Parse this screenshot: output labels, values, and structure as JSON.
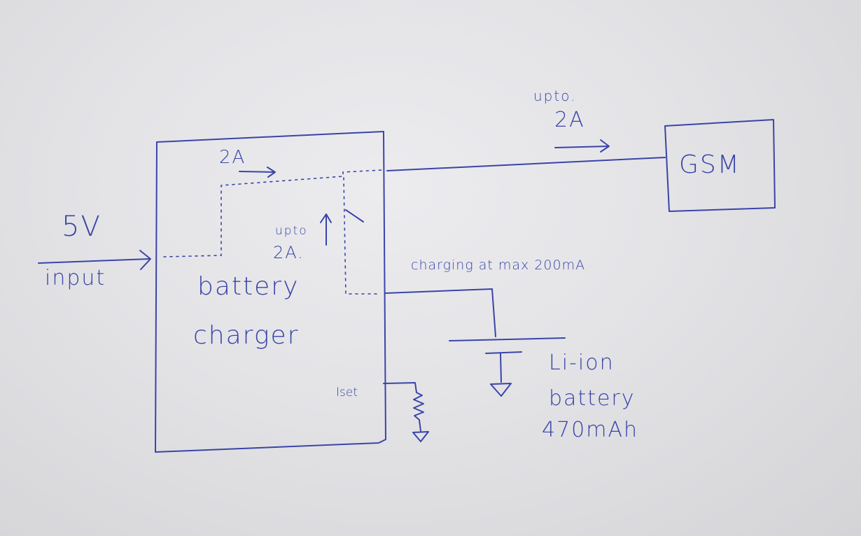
{
  "labels": {
    "input_voltage": "5V",
    "input_label": "input",
    "charger_line1": "battery",
    "charger_line2": "charger",
    "internal_current": "2A",
    "internal_upto": "upto",
    "internal_upto_current": "2A.",
    "gsm_upto": "upto.",
    "gsm_current": "2A",
    "gsm_block": "GSM",
    "charging_note": "charging at max 200mA",
    "battery_line1": "Li-ion",
    "battery_line2": "battery",
    "battery_line3": "470mAh",
    "iset_pin": "Iset"
  },
  "colors": {
    "ink": "#3a44a8",
    "paper": "#e6e6e9"
  }
}
